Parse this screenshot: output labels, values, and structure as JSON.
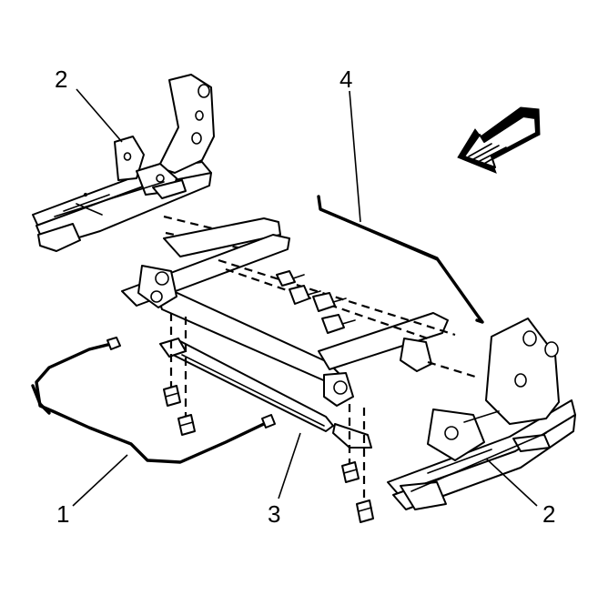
{
  "callouts": {
    "c1": "1",
    "c2_top": "2",
    "c2_bottom": "2",
    "c3": "3",
    "c4": "4"
  },
  "icons": {
    "direction_arrow": "front-direction-arrow-icon"
  },
  "colors": {
    "line": "#000000",
    "background": "#ffffff"
  }
}
